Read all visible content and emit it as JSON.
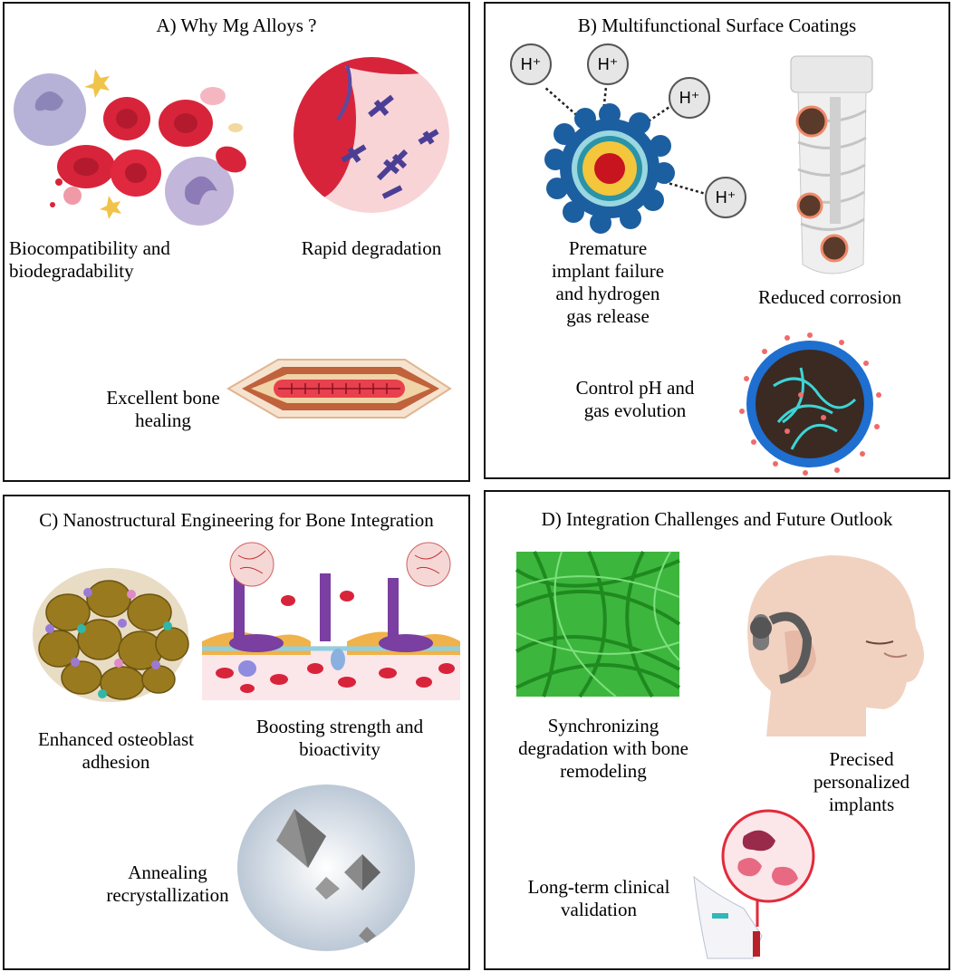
{
  "panels": {
    "a": {
      "title": "A)  Why Mg Alloys ?",
      "label_biocompat": [
        "Biocompatibility and",
        "biodegradability"
      ],
      "label_rapid": "Rapid degradation",
      "label_bone": [
        "Excellent bone",
        "healing"
      ]
    },
    "b": {
      "title": "B) Multifunctional Surface Coatings",
      "ion": "H⁺",
      "label_failure": [
        "Premature",
        "implant failure",
        "and hydrogen",
        "gas release"
      ],
      "label_corrosion": "Reduced corrosion",
      "label_ph": [
        "Control pH and",
        "gas evolution"
      ]
    },
    "c": {
      "title": "C) Nanostructural Engineering for Bone Integration",
      "label_adhesion": [
        "Enhanced osteoblast",
        "adhesion"
      ],
      "label_strength": [
        "Boosting strength and",
        "bioactivity"
      ],
      "label_anneal": [
        "Annealing",
        "recrystallization"
      ]
    },
    "d": {
      "title": "D) Integration Challenges and Future Outlook",
      "label_sync": [
        "Synchronizing",
        "degradation with bone",
        "remodeling"
      ],
      "label_personal": [
        "Precised",
        "personalized",
        "implants"
      ],
      "label_clinical": [
        "Long-term clinical",
        "validation"
      ]
    }
  },
  "colors": {
    "rbc": "#d8243a",
    "coating_blue": "#1c5fa0",
    "fiber_green": "#2ea62e",
    "osteoblast": "#9a7a1e",
    "skin": "#f1d2c0"
  }
}
